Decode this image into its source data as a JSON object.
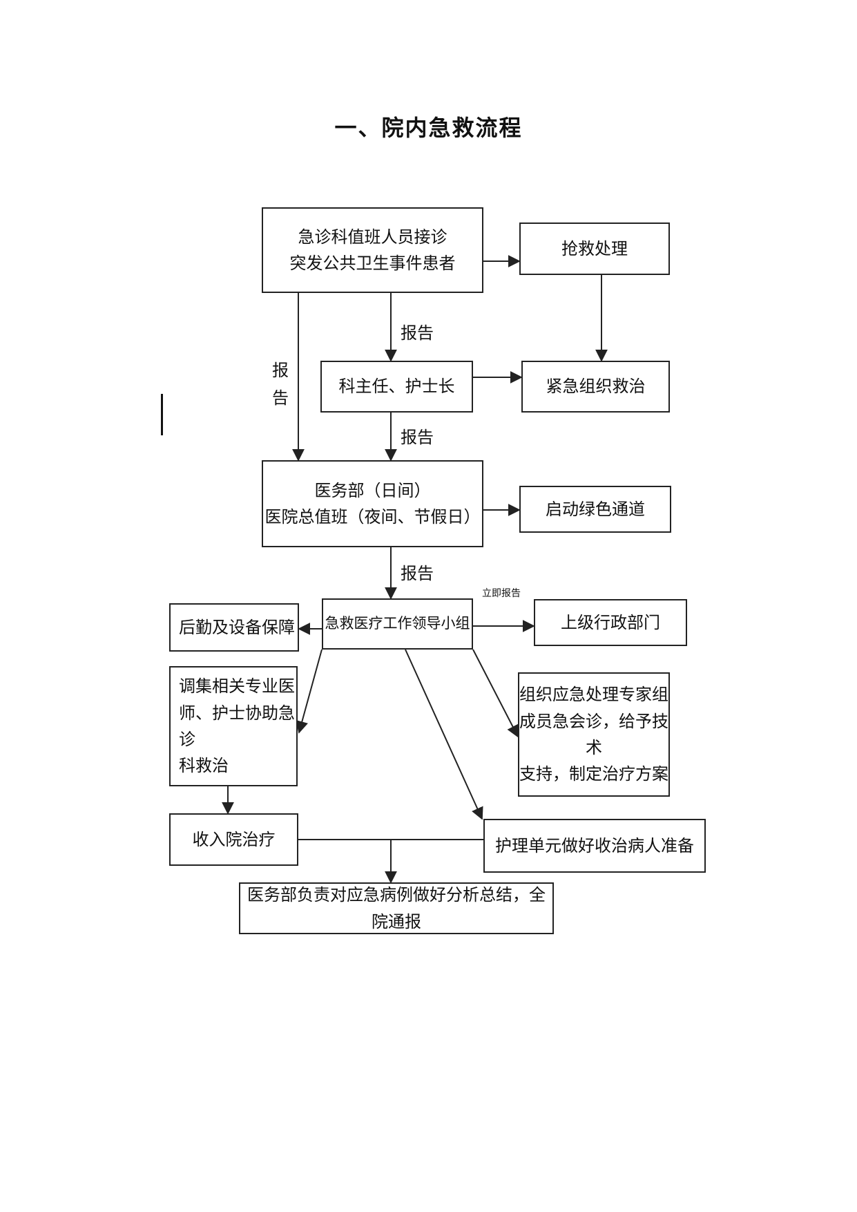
{
  "title": "一、院内急救流程",
  "boxes": {
    "emergency_duty": "急诊科值班人员接诊\n突发公共卫生事件患者",
    "rescue": "抢救处理",
    "dept_head": "科主任、护士长",
    "urgent_treat": "紧急组织救治",
    "medical_dept": "医务部（日间）\n医院总值班（夜间、节假日）",
    "green_channel": "启动绿色通道",
    "leading_group": "急救医疗工作领导小组",
    "logistics": "后勤及设备保障",
    "superior": "上级行政部门",
    "dispatch_doctors": "调集相关专业医\n师、护士协助急诊\n科救治",
    "expert_team": "组织应急处理专家组\n成员急会诊，给予技术\n支持，制定治疗方案",
    "admission": "收入院治疗",
    "nursing_unit": "护理单元做好收治病人准备",
    "summary": "医务部负责对应急病例做好分析总结，全院通报"
  },
  "labels": {
    "report_1": "报告",
    "report_2": "报告",
    "report_3": "报告",
    "report_vertical": "报告",
    "report_immediate": "立即报告"
  }
}
